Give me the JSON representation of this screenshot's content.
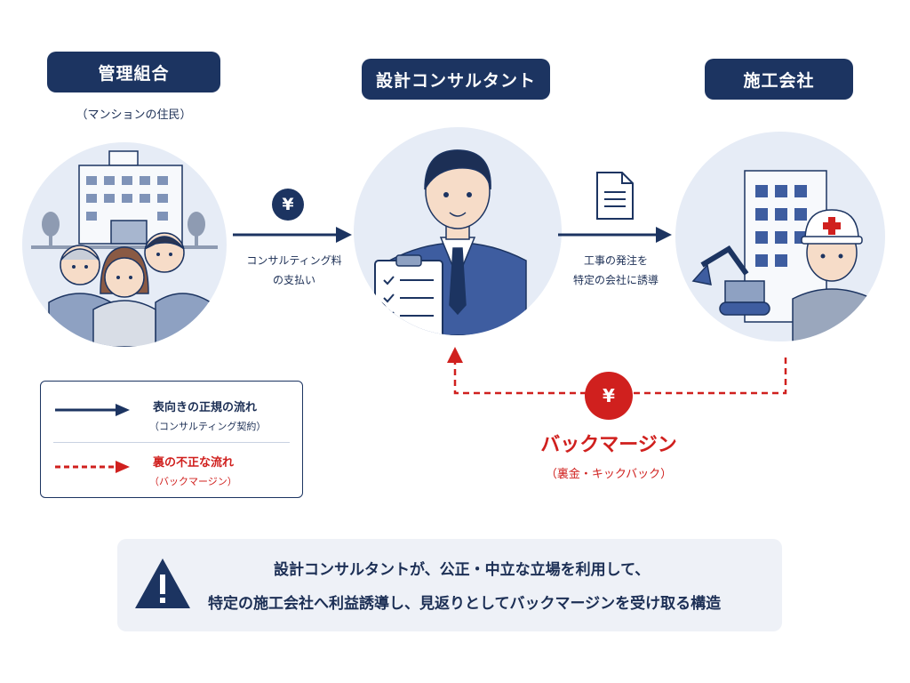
{
  "actors": {
    "left": {
      "title": "管理組合",
      "subtitle": "（マンションの住民）"
    },
    "center": {
      "title": "設計コンサルタント"
    },
    "right": {
      "title": "施工会社"
    }
  },
  "flows": {
    "fee": {
      "icon": "yen-coin-icon",
      "line1": "コンサルティング料",
      "line2": "の支払い"
    },
    "order": {
      "icon": "document-icon",
      "line1": "工事の発注を",
      "line2": "特定の会社に誘導"
    },
    "kickback": {
      "icon": "money-bag-icon",
      "title": "バックマージン",
      "subtitle": "（裏金・キックバック）"
    }
  },
  "legend": {
    "official_title": "表向きの正規の流れ",
    "official_sub": "（コンサルティング契約）",
    "illicit_title": "裏の不正な流れ",
    "illicit_sub": "（バックマージン）"
  },
  "note": {
    "line1": "設計コンサルタントが、公正・中立な立場を利用して、",
    "line2": "特定の施工会社へ利益誘導し、見返りとしてバックマージンを受け取る構造"
  },
  "symbols": {
    "yen": "¥"
  },
  "colors": {
    "navy": "#1c3461",
    "red": "#d0201e",
    "circle_bg": "#e6ecf6",
    "note_bg": "#eef1f7"
  }
}
